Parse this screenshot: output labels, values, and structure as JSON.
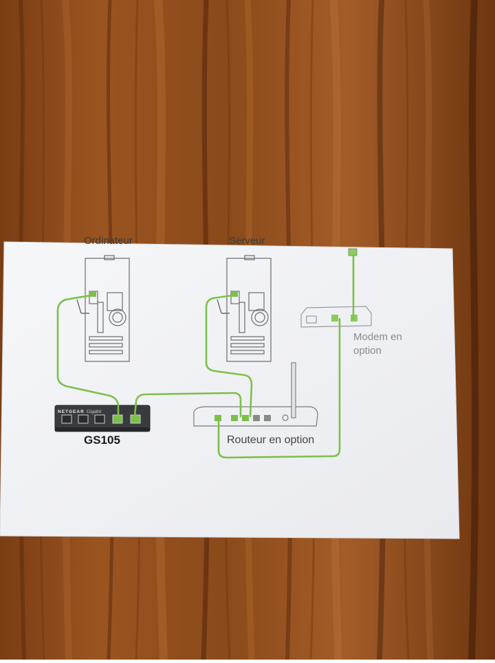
{
  "photo": {
    "subject": "",
    "colors": {
      "wood_base": "#8a4a1e",
      "wood_dark": "#5a2a0c",
      "wood_light": "#b06a34",
      "paper": "#f3f4f6",
      "cable": "#7cc04a",
      "line_art": "#6b6b6b"
    }
  },
  "diagram": {
    "computer_label": "Ordinateur",
    "server_label": "Serveur",
    "modem_label_line1": "Modem en",
    "modem_label_line2": "option",
    "router_label": "Routeur en option",
    "switch_label": "GS105",
    "switch_brand": "NETGEAR",
    "switch_series": "Gigabit"
  }
}
